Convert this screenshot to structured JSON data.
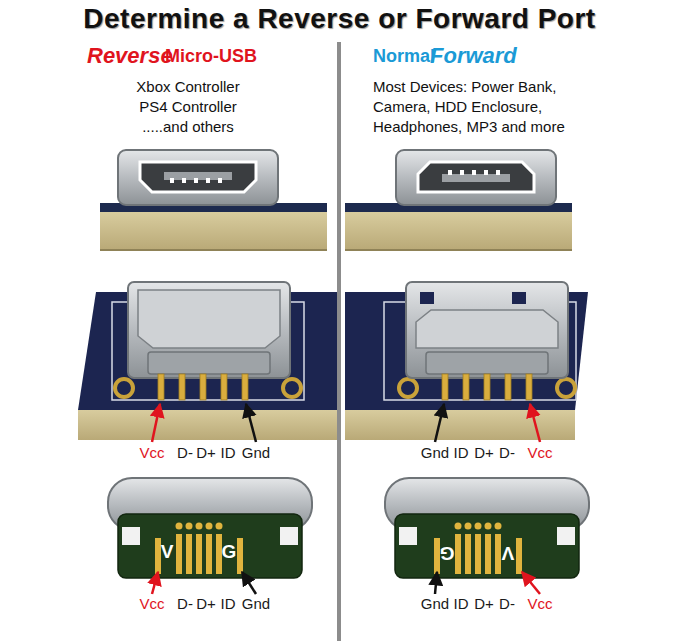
{
  "diagram": {
    "title": "Determine a Reverse or Forward Port",
    "labels": [
      "Reverse",
      "Micro-USB",
      "Xbox Controller PS4 Controller .....and others",
      "Normal",
      "Forward",
      "Most Devices: Power Bank, Camera, HDD Enclosure, Headphones, MP3 and more",
      "Vcc",
      "D-",
      "D+",
      "ID",
      "Gnd",
      "Gnd",
      "ID",
      "D+",
      "D-",
      "Vcc",
      "V",
      "G",
      "G",
      "V",
      "Vcc",
      "D-",
      "D+",
      "ID",
      "Gnd",
      "Gnd",
      "ID",
      "D+",
      "D-",
      "Vcc"
    ]
  }
}
